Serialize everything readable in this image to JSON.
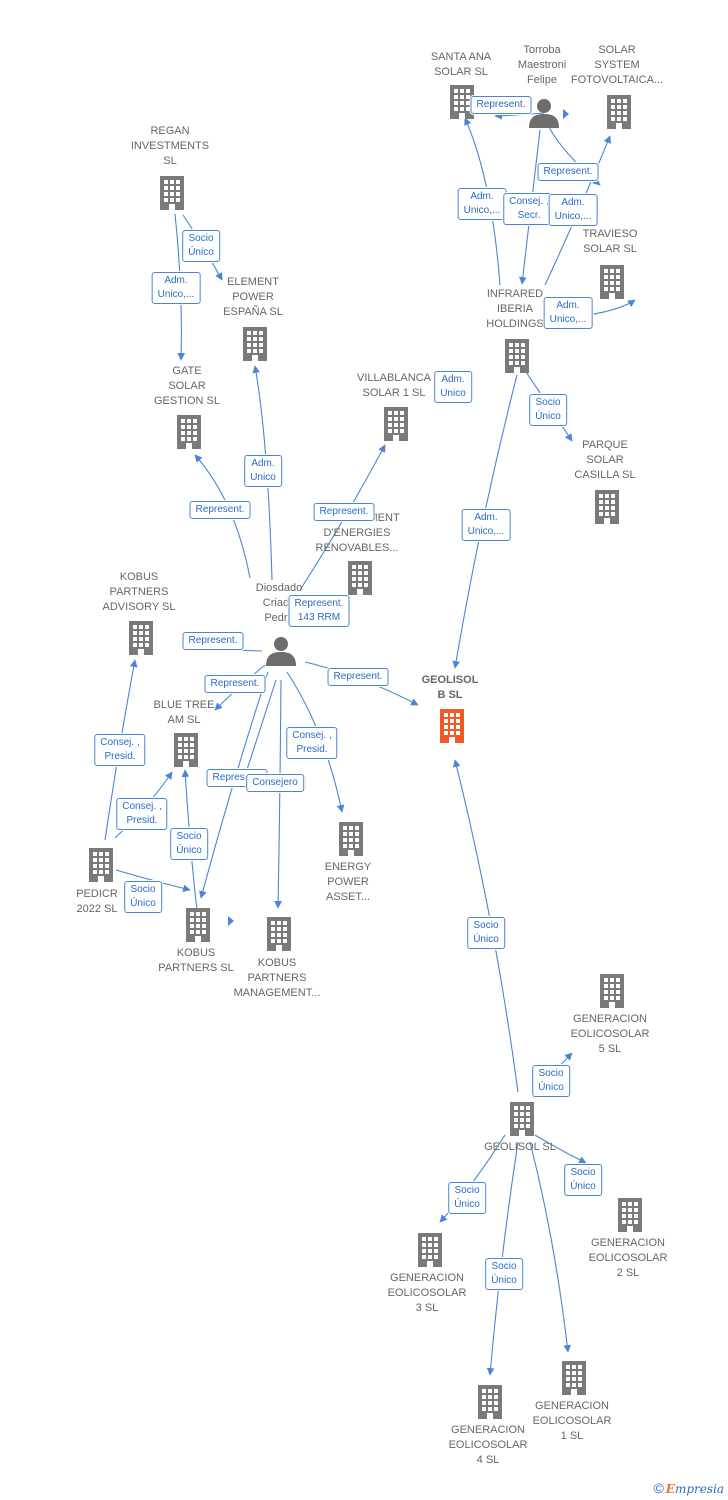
{
  "colors": {
    "edge": "#4a86d4",
    "building": "#7a7a7a",
    "highlight": "#f05a28",
    "person": "#6e6e6e"
  },
  "nodes": [
    {
      "id": "santa-ana",
      "type": "company",
      "label": "SANTA ANA\nSOLAR  SL"
    },
    {
      "id": "torroba",
      "type": "person",
      "label": "Torroba\nMaestroni\nFelipe"
    },
    {
      "id": "solar-system",
      "type": "company",
      "label": "SOLAR\nSYSTEM\nFOTOVOLTAICA..."
    },
    {
      "id": "regan",
      "type": "company",
      "label": "REGAN\nINVESTMENTS\nSL"
    },
    {
      "id": "travieso",
      "type": "company",
      "label": "TRAVIESO\nSOLAR  SL"
    },
    {
      "id": "element",
      "type": "company",
      "label": "ELEMENT\nPOWER\nESPAÑA SL"
    },
    {
      "id": "infrared",
      "type": "company",
      "label": "INFRARED\nIBERIA\nHOLDINGS"
    },
    {
      "id": "gate",
      "type": "company",
      "label": "GATE\nSOLAR\nGESTION SL"
    },
    {
      "id": "villablanca",
      "type": "company",
      "label": "VILLABLANCA\nSOLAR 1  SL"
    },
    {
      "id": "parque",
      "type": "company",
      "label": "PARQUE\nSOLAR\nCASILLA  SL"
    },
    {
      "id": "aprofitament",
      "type": "company",
      "label": "APROFITAMENT\nD'ENERGIES\nRENOVABLES..."
    },
    {
      "id": "kobus-advisory",
      "type": "company",
      "label": "KOBUS\nPARTNERS\nADVISORY  SL"
    },
    {
      "id": "diosdado",
      "type": "person",
      "label": "Diosdado\nCriado\nPedro"
    },
    {
      "id": "geolisol-b",
      "type": "company",
      "highlight": true,
      "label": "GEOLISOL\nB  SL"
    },
    {
      "id": "blue-tree",
      "type": "company",
      "label": "BLUE TREE\nAM  SL"
    },
    {
      "id": "energy-power",
      "type": "company",
      "label": "ENERGY\nPOWER\nASSET..."
    },
    {
      "id": "pedicr",
      "type": "company",
      "label": "PEDICR\n2022  SL"
    },
    {
      "id": "kobus-partners",
      "type": "company",
      "label": "KOBUS\nPARTNERS  SL"
    },
    {
      "id": "kobus-management",
      "type": "company",
      "label": "KOBUS\nPARTNERS\nMANAGEMENT..."
    },
    {
      "id": "gen5",
      "type": "company",
      "label": "GENERACION\nEOLICOSOLAR\n5  SL"
    },
    {
      "id": "geolisol",
      "type": "company",
      "label": "GEOLISOL  SL"
    },
    {
      "id": "gen2",
      "type": "company",
      "label": "GENERACION\nEOLICOSOLAR\n2  SL"
    },
    {
      "id": "gen3",
      "type": "company",
      "label": "GENERACION\nEOLICOSOLAR\n3  SL"
    },
    {
      "id": "gen1",
      "type": "company",
      "label": "GENERACION\nEOLICOSOLAR\n1  SL"
    },
    {
      "id": "gen4",
      "type": "company",
      "label": "GENERACION\nEOLICOSOLAR\n4  SL"
    }
  ],
  "edges": [
    {
      "id": "e1",
      "label": "Represent."
    },
    {
      "id": "e2",
      "label": "Represent."
    },
    {
      "id": "e3",
      "label": "Adm.\nUnico,..."
    },
    {
      "id": "e4",
      "label": "Consej. ,\nSecr."
    },
    {
      "id": "e5",
      "label": "Adm.\nUnico,..."
    },
    {
      "id": "e6",
      "label": "Adm.\nUnico,..."
    },
    {
      "id": "e7",
      "label": "Socio\nÚnico"
    },
    {
      "id": "e8",
      "label": "Adm.\nUnico,..."
    },
    {
      "id": "e9",
      "label": "Socio\nÚnico"
    },
    {
      "id": "e10",
      "label": "Adm.\nUnico,..."
    },
    {
      "id": "e11",
      "label": "Adm.\nUnico"
    },
    {
      "id": "e12",
      "label": "Represent."
    },
    {
      "id": "e13",
      "label": "Adm.\nUnico"
    },
    {
      "id": "e14",
      "label": "Represent."
    },
    {
      "id": "e15",
      "label": "Represent.\n143 RRM"
    },
    {
      "id": "e16",
      "label": "Represent."
    },
    {
      "id": "e17",
      "label": "Represent."
    },
    {
      "id": "e18",
      "label": "Represent."
    },
    {
      "id": "e19",
      "label": "Consej. ,\nPresid."
    },
    {
      "id": "e20",
      "label": "Represent."
    },
    {
      "id": "e21",
      "label": "Consejero"
    },
    {
      "id": "e22",
      "label": "Consejero"
    },
    {
      "id": "e23",
      "label": "Consej. ,\nPresid."
    },
    {
      "id": "e24",
      "label": "Socio\nÚnico"
    },
    {
      "id": "e25",
      "label": "Consej. ,\nPresid."
    },
    {
      "id": "e26",
      "label": "Socio\nÚnico"
    },
    {
      "id": "e27",
      "label": "Socio\nÚnico"
    },
    {
      "id": "e28",
      "label": "Socio\nÚnico"
    },
    {
      "id": "e29",
      "label": "Socio\nÚnico"
    },
    {
      "id": "e30",
      "label": "Socio\nÚnico"
    },
    {
      "id": "e31",
      "label": "Socio\nÚnico"
    }
  ],
  "footer": {
    "copyright": "©",
    "brand_initial": "E",
    "brand_rest": "mpresia"
  }
}
